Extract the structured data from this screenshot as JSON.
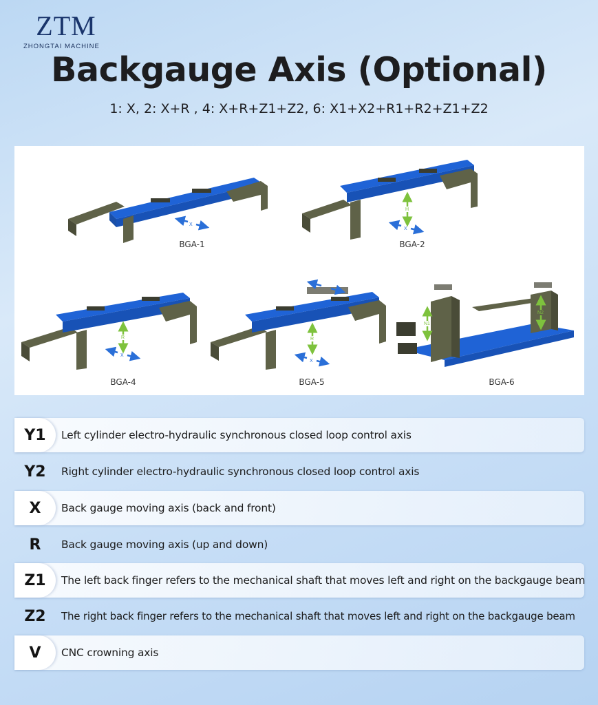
{
  "brand": {
    "logo_text": "ZTM",
    "logo_subtext": "ZHONGTAI MACHINE"
  },
  "header": {
    "title": "Backgauge Axis (Optional)",
    "subtitle": "1: X, 2: X+R , 4: X+R+Z1+Z2, 6: X1+X2+R1+R2+Z1+Z2"
  },
  "figures": [
    {
      "caption": "BGA-1",
      "arrows": [
        "X"
      ]
    },
    {
      "caption": "BGA-2",
      "arrows": [
        "H",
        "X"
      ]
    },
    {
      "caption": "BGA-4",
      "arrows": [
        "R",
        "X"
      ]
    },
    {
      "caption": "BGA-5",
      "arrows": [
        "R",
        "X"
      ]
    },
    {
      "caption": "BGA-6",
      "arrows": [
        "N1",
        "N2"
      ]
    }
  ],
  "axes": [
    {
      "code": "Y1",
      "description": "Left cylinder electro-hydraulic synchronous closed loop control axis"
    },
    {
      "code": "Y2",
      "description": "Right cylinder electro-hydraulic synchronous closed loop control axis"
    },
    {
      "code": "X",
      "description": "Back gauge moving axis (back and front)"
    },
    {
      "code": "R",
      "description": "Back gauge moving axis (up and down)"
    },
    {
      "code": "Z1",
      "description": "The left back finger refers to the mechanical shaft that moves left and right on the backgauge beam"
    },
    {
      "code": "Z2",
      "description": "The right back finger refers to the mechanical shaft that moves left and right on the backgauge beam"
    },
    {
      "code": "V",
      "description": "CNC crowning axis"
    }
  ],
  "colors": {
    "beam_blue": "#1f63d6",
    "frame_olive": "#5f6248",
    "arrow_blue": "#2a6fd8",
    "arrow_green": "#7ec23d",
    "text_dark": "#1d1d1f",
    "logo_navy": "#19346b"
  }
}
